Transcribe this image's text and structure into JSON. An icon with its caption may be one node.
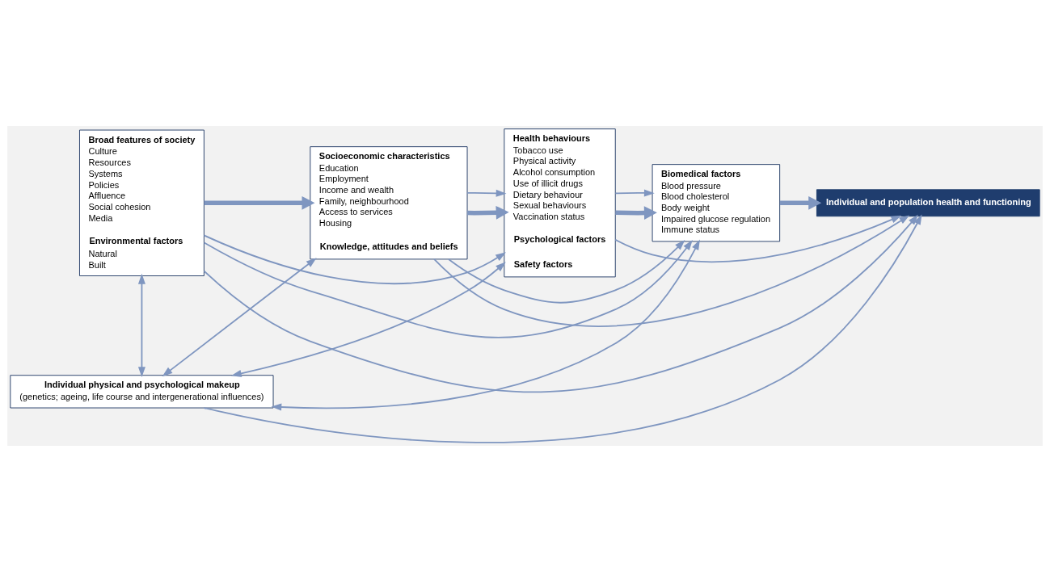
{
  "diagram": {
    "nodes": [
      {
        "text": [
          "Broad features of society",
          "Culture",
          "Resources",
          "Systems",
          "Policies",
          "Affluence",
          "Social cohesion",
          "Media",
          "Environmental factors",
          "Natural",
          "Built"
        ]
      },
      {
        "text": [
          "Socioeconomic characteristics",
          "Education",
          "Employment",
          "Income and wealth",
          "Family, neighbourhood",
          "Access to services",
          "Housing",
          "Knowledge, attitudes and beliefs"
        ]
      },
      {
        "text": [
          "Health behaviours",
          "Tobacco use",
          "Physical activity",
          "Alcohol consumption",
          "Use of illicit drugs",
          "Dietary behaviour",
          "Sexual behaviours",
          "Vaccination status",
          "Psychological factors",
          "Safety factors"
        ]
      },
      {
        "text": [
          "Biomedical factors",
          "Blood pressure",
          "Blood cholesterol",
          "Body weight",
          "Impaired glucose regulation",
          "Immune status"
        ]
      },
      {
        "text": [
          "Individual and population health and functioning"
        ]
      },
      {
        "text": [
          "Individual physical and psychological makeup",
          "(genetics; ageing, life course and intergenerational influences)"
        ]
      }
    ],
    "edges": [
      {
        "from": 0,
        "to": 1,
        "arrow": "to",
        "style": "thick"
      },
      {
        "from": 1,
        "to": 2,
        "arrow": "to",
        "style": "thick"
      },
      {
        "from": 2,
        "to": 3,
        "arrow": "to",
        "style": "thick"
      },
      {
        "from": 3,
        "to": 4,
        "arrow": "to",
        "style": "thick"
      },
      {
        "from": 0,
        "to": 2,
        "arrow": "to"
      },
      {
        "from": 1,
        "to": 2,
        "arrow": "to"
      },
      {
        "from": 0,
        "to": 3,
        "arrow": "to"
      },
      {
        "from": 1,
        "to": 3,
        "arrow": "to"
      },
      {
        "from": 2,
        "to": 3,
        "arrow": "to"
      },
      {
        "from": 0,
        "to": 4,
        "arrow": "to"
      },
      {
        "from": 1,
        "to": 4,
        "arrow": "to"
      },
      {
        "from": 2,
        "to": 4,
        "arrow": "to"
      },
      {
        "from": 5,
        "to": 0,
        "arrow": "both"
      },
      {
        "from": 5,
        "to": 1,
        "arrow": "both"
      },
      {
        "from": 5,
        "to": 2,
        "arrow": "both"
      },
      {
        "from": 5,
        "to": 3,
        "arrow": "both"
      },
      {
        "from": 5,
        "to": 4,
        "arrow": "to"
      }
    ]
  }
}
